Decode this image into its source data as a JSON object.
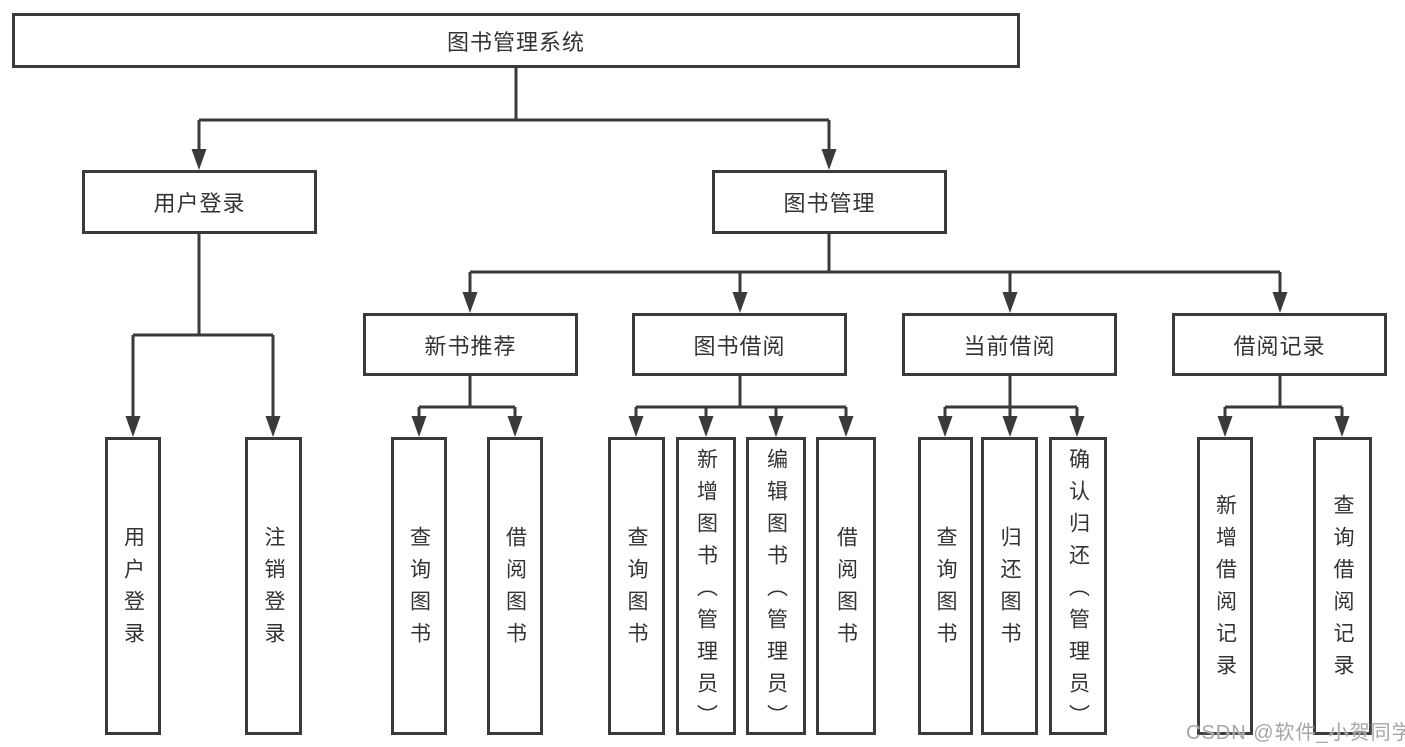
{
  "colors": {
    "background": "#ffffff",
    "line": "#3a3a3a",
    "box_border": "#3a3a3a",
    "text": "#333333",
    "watermark": "#a6a6a6"
  },
  "watermark": {
    "text": "CSDN @软件_小贺同学"
  },
  "tree": {
    "label": "图书管理系统",
    "children": [
      {
        "label": "用户登录",
        "children": [
          {
            "label": "用户登录"
          },
          {
            "label": "注销登录"
          }
        ]
      },
      {
        "label": "图书管理",
        "children": [
          {
            "label": "新书推荐",
            "children": [
              {
                "label": "查询图书"
              },
              {
                "label": "借阅图书"
              }
            ]
          },
          {
            "label": "图书借阅",
            "children": [
              {
                "label": "查询图书"
              },
              {
                "label": "新增图书（管理员）"
              },
              {
                "label": "编辑图书（管理员）"
              },
              {
                "label": "借阅图书"
              }
            ]
          },
          {
            "label": "当前借阅",
            "children": [
              {
                "label": "查询图书"
              },
              {
                "label": "归还图书"
              },
              {
                "label": "确认归还（管理员）"
              }
            ]
          },
          {
            "label": "借阅记录",
            "children": [
              {
                "label": "新增借阅记录"
              },
              {
                "label": "查询借阅记录"
              }
            ]
          }
        ]
      }
    ]
  }
}
